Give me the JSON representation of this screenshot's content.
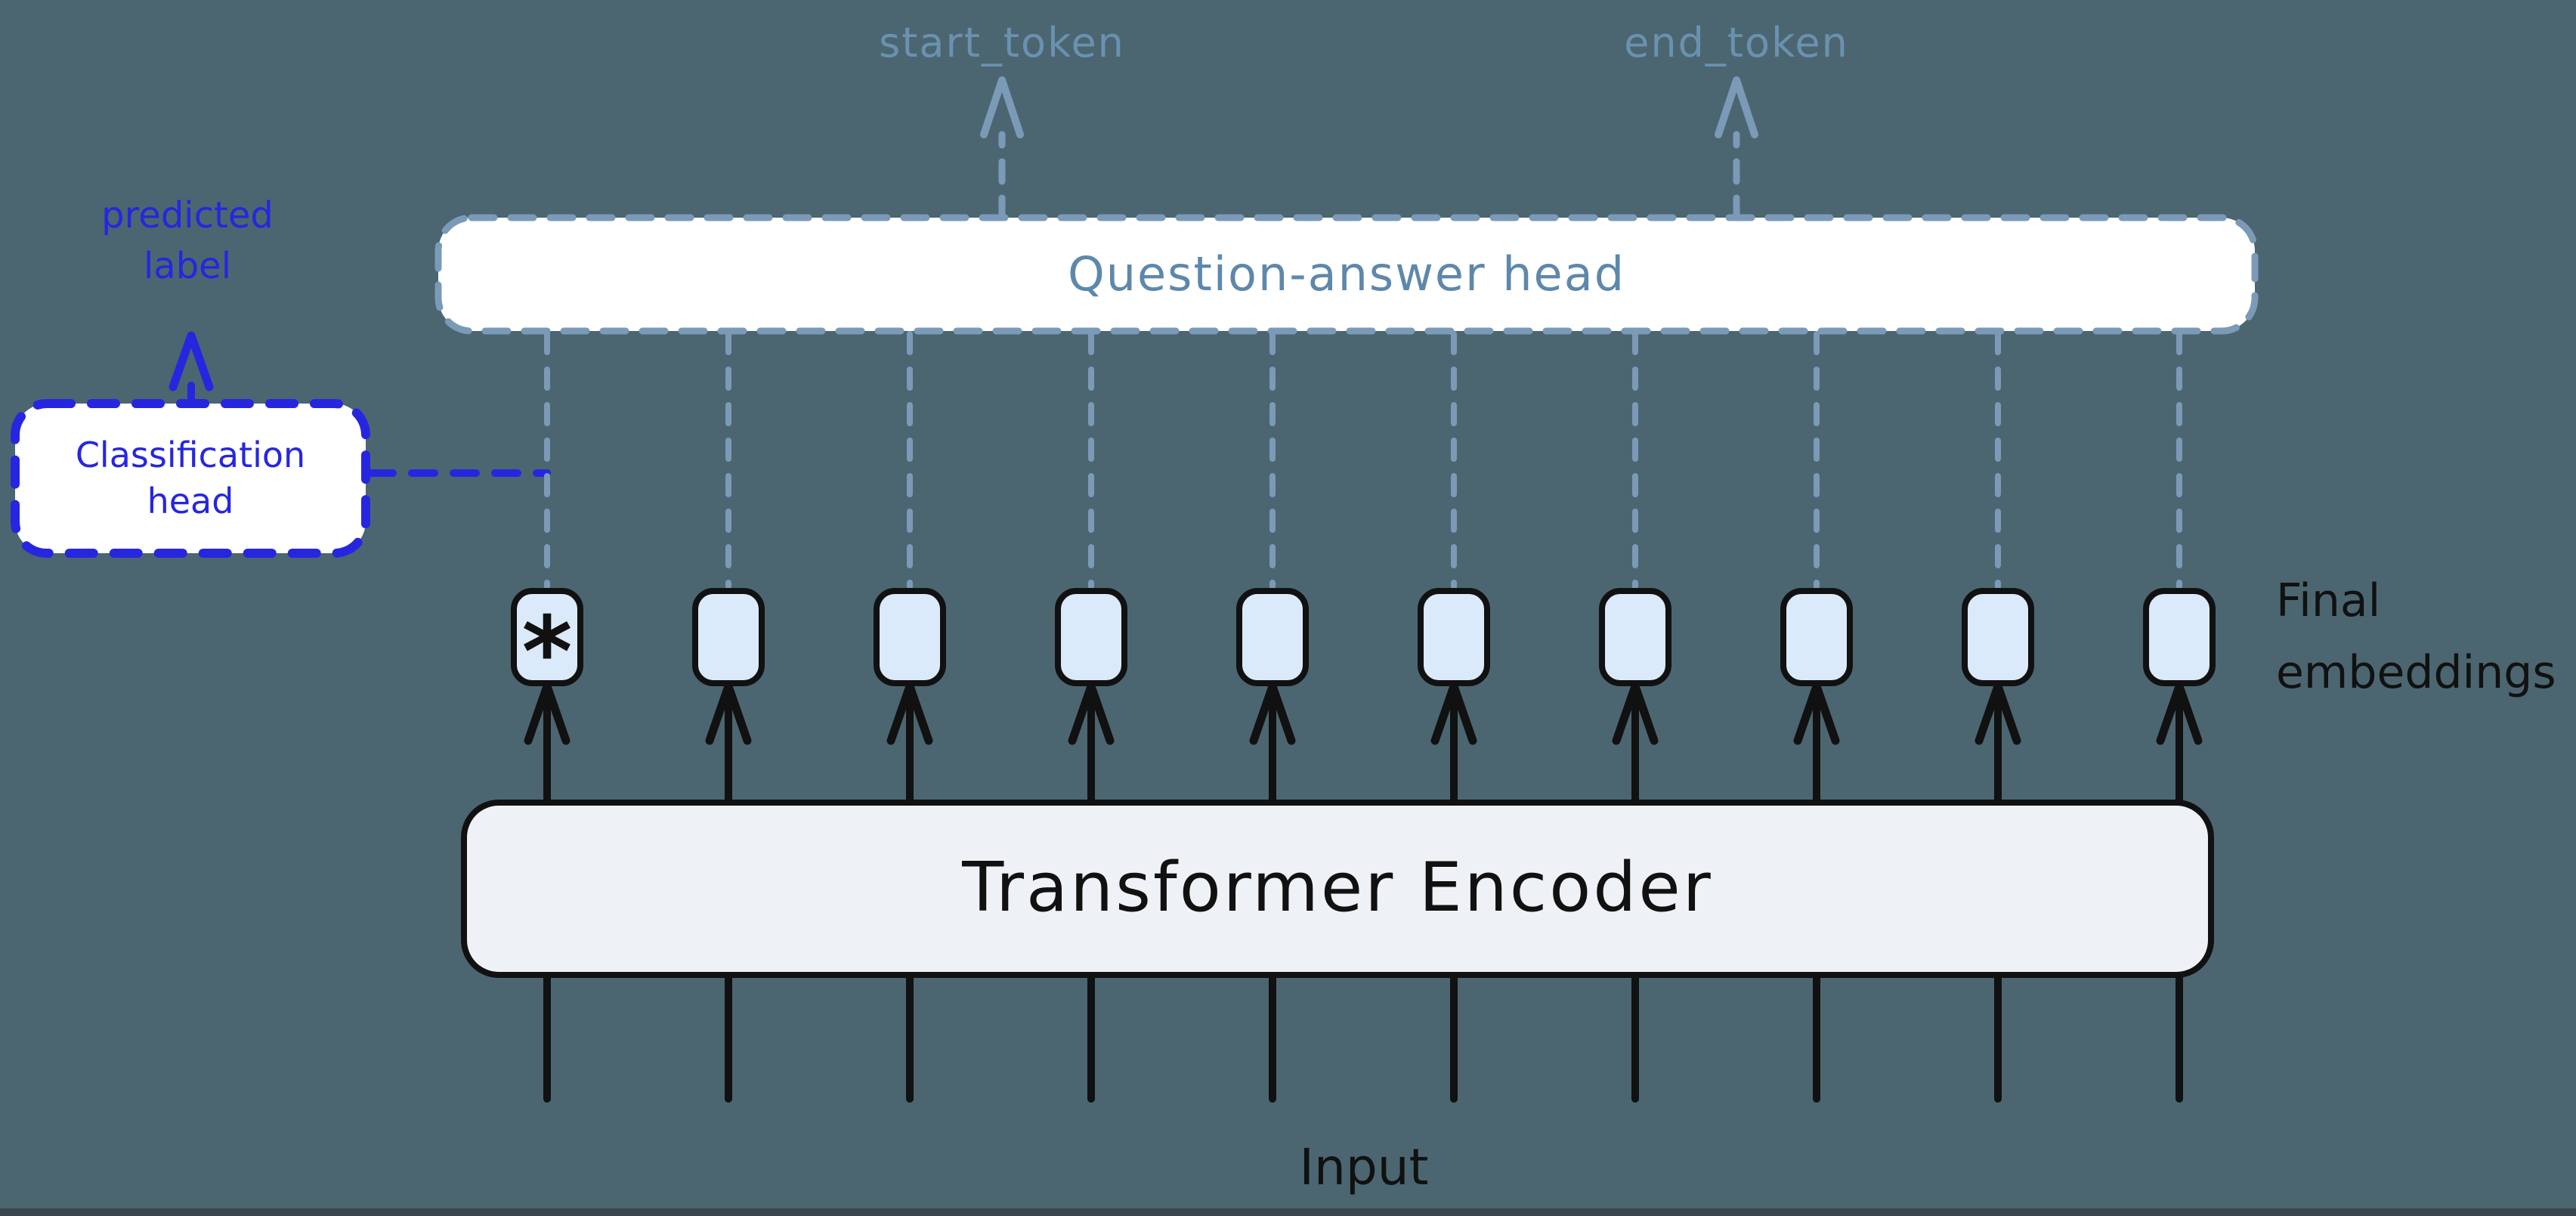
{
  "diagram": {
    "background_color": "#4b6670",
    "token_count": 10,
    "labels": {
      "start_token": "start_token",
      "end_token": "end_token",
      "qa_head": "Question-answer head",
      "predicted_label": "predicted\nlabel",
      "classification_head": "Classification\nhead",
      "cls_token_symbol": "*",
      "final_embeddings": "Final\nembeddings",
      "encoder": "Transformer Encoder",
      "input": "Input"
    },
    "colors": {
      "background": "#4b6670",
      "qa_dash": "#7b9ab8",
      "qa_text": "#5e88ab",
      "token_label": "#6a91b0",
      "classification_blue": "#2626e0",
      "embedding_fill": "#dbeafa",
      "encoder_fill": "#eef2f6",
      "box_fill": "#ffffff",
      "ink": "#111111"
    }
  }
}
